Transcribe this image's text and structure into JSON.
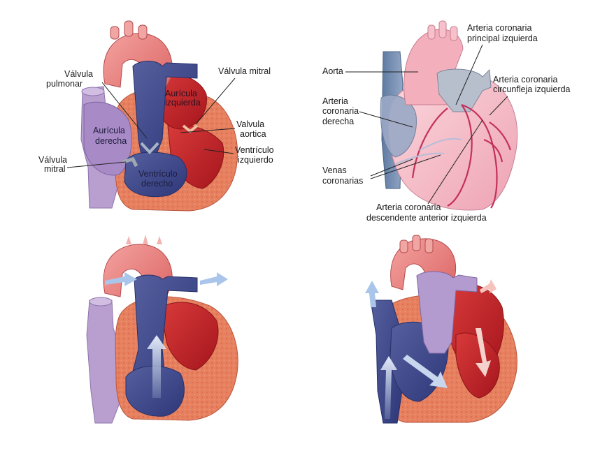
{
  "panels": {
    "anatomy": {
      "labels": {
        "pulmonary_valve": [
          "Válvula",
          "pulmonar"
        ],
        "mitral_valve_top": "Válvula mitral",
        "left_atrium": [
          "Aurícula",
          "izquierda"
        ],
        "aortic_valve": [
          "Valvula",
          "aortica"
        ],
        "right_atrium": [
          "Aurícula",
          "derecha"
        ],
        "left_ventricle": [
          "Ventrículo",
          "izquierdo"
        ],
        "mitral_valve_left": [
          "Válvula",
          "mitral"
        ],
        "right_ventricle": [
          "Ventrículo",
          "derecho"
        ]
      }
    },
    "coronary": {
      "labels": {
        "aorta": "Aorta",
        "left_main": [
          "Arteria coronaria",
          "principal izquierda"
        ],
        "circumflex": [
          "Arteria coronaria",
          "circunfleja izquierda"
        ],
        "right_coronary": [
          "Arteria",
          "coronaria",
          "derecha"
        ],
        "coronary_veins": [
          "Venas",
          "coronarias"
        ],
        "lad": [
          "Arteria coronaria",
          "descendente anterior izquierda"
        ]
      }
    }
  },
  "colors": {
    "aorta": "#e77a7c",
    "pulmonary_blue": "#3f4b8f",
    "left_red": "#c8262b",
    "myocardium": "#e78a6c",
    "vena_cava": "#b9a0cf",
    "coronary_pink": "#f5c3cf",
    "coronary_vessel": "#c4305a",
    "arrow_light": "#d8e3f3"
  }
}
